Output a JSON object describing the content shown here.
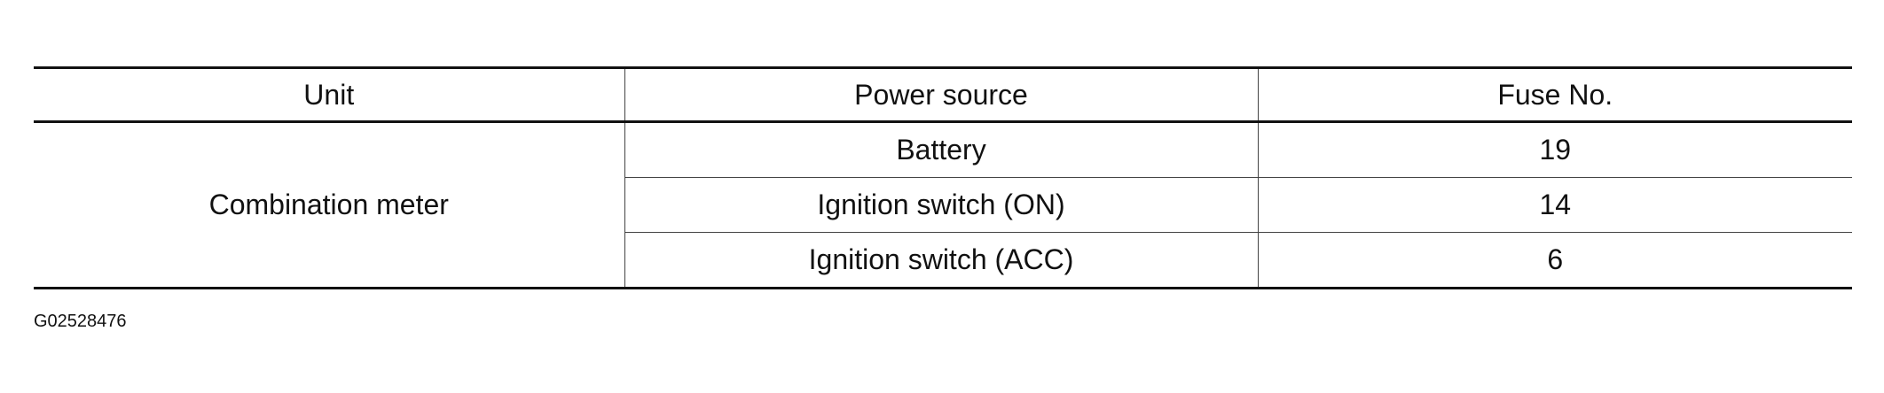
{
  "table": {
    "headers": {
      "unit": "Unit",
      "power_source": "Power source",
      "fuse_no": "Fuse No."
    },
    "unit": "Combination meter",
    "rows": [
      {
        "power_source": "Battery",
        "fuse_no": "19"
      },
      {
        "power_source": "Ignition switch (ON)",
        "fuse_no": "14"
      },
      {
        "power_source": "Ignition switch (ACC)",
        "fuse_no": "6"
      }
    ]
  },
  "figure_id": "G02528476"
}
